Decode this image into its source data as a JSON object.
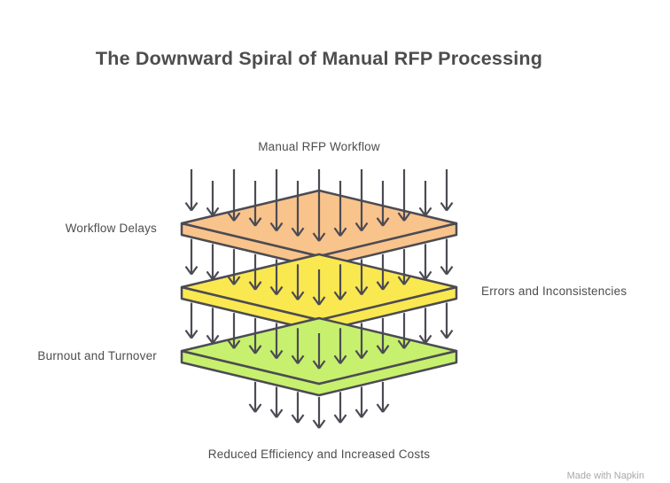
{
  "bg_color": "#ffffff",
  "title": "The Downward Spiral of Manual RFP Processing",
  "diagram": {
    "top_label": "Manual RFP Workflow",
    "bottom_label": "Reduced Efficiency and Increased Costs",
    "stroke_color": "#4B4B53",
    "text_color": "#4D4D4D",
    "layers": [
      {
        "label": "Workflow Delays",
        "side": "left",
        "color": "#F9C38C"
      },
      {
        "label": "Errors and Inconsistencies",
        "side": "right",
        "color": "#FAE851"
      },
      {
        "label": "Burnout and Turnover",
        "side": "left",
        "color": "#C7F06E"
      }
    ]
  },
  "watermark": "Made with Napkin",
  "watermark_color": "#a8a8a8"
}
